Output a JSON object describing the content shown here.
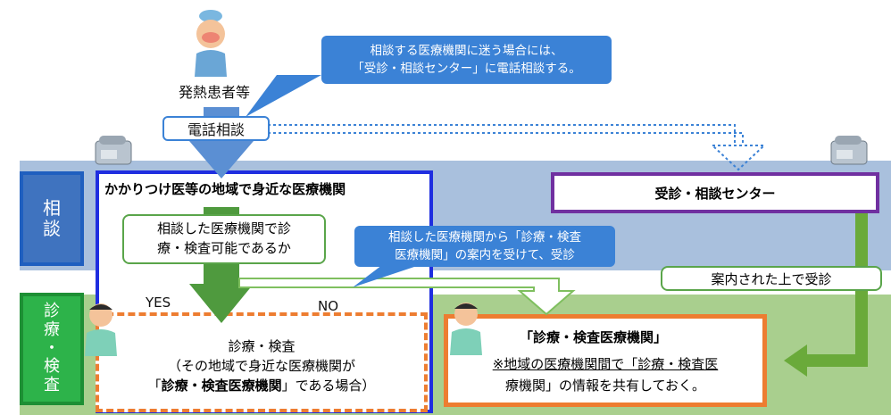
{
  "patient": {
    "label": "発熱患者等"
  },
  "phone_consult": {
    "label": "電話相談"
  },
  "callout_top": {
    "line1": "相談する医療機関に迷う場合には、",
    "line2": "「受診・相談センター」に電話相談する。"
  },
  "side": {
    "consult": [
      "相",
      "談"
    ],
    "diag": [
      "診",
      "療",
      "・",
      "検",
      "査"
    ]
  },
  "local_clinic": {
    "title": "かかりつけ医等の地域で身近な医療機関"
  },
  "question": {
    "line1": "相談した医療機関で診",
    "line2": "療・検査可能であるか"
  },
  "callout_mid": {
    "line1": "相談した医療機関から「診療・検査",
    "line2": "医療機関」の案内を受けて、受診"
  },
  "center": {
    "title": "受診・相談センター"
  },
  "guided": {
    "label": "案内された上で受診"
  },
  "yes_label": "YES",
  "no_label": "NO",
  "local_exam": {
    "line1": "診療・検査",
    "line2": "（その地域で身近な医療機関が",
    "line3_pre": "「",
    "line3_bold": "診療・検査医療機関",
    "line3_post": "」である場合）"
  },
  "right_box": {
    "title": "「診療・検査医療機関」",
    "line1": "※地域の医療機関間で「診療・検査医",
    "line2": "療機関」の情報を共有しておく。"
  },
  "colors": {
    "blue_band": "#a9c0dd",
    "green_band": "#a9cf8e",
    "orange": "#ed7d31",
    "purple": "#7030a0",
    "dark_blue": "#1f2ee0"
  }
}
